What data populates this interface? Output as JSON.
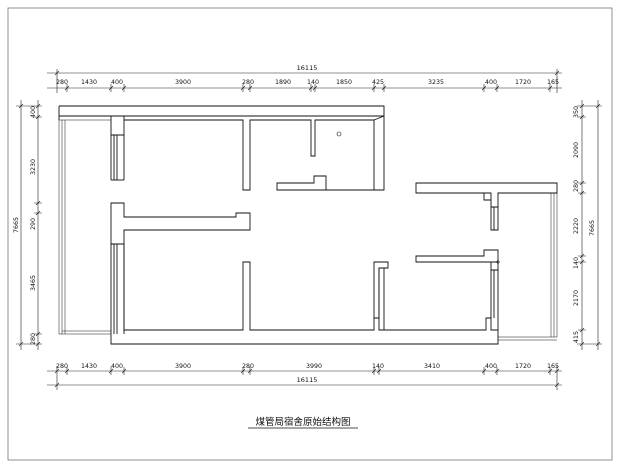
{
  "drawing": {
    "title": "煤管局宿舍原始结构图"
  },
  "dimensions": {
    "top_total": "16115",
    "top_segments": [
      "280",
      "1430",
      "400",
      "3900",
      "280",
      "1890",
      "140",
      "1850",
      "425",
      "3235",
      "400",
      "1720",
      "165"
    ],
    "bottom_total": "16115",
    "bottom_segments": [
      "280",
      "1430",
      "400",
      "3900",
      "280",
      "3990",
      "140",
      "3410",
      "400",
      "1720",
      "165"
    ],
    "left_total": "7665",
    "left_segments": [
      "400",
      "3230",
      "290",
      "3465",
      "280"
    ],
    "right_total": "7665",
    "right_segments": [
      "350",
      "2090",
      "280",
      "2220",
      "140",
      "2170",
      "415"
    ]
  }
}
